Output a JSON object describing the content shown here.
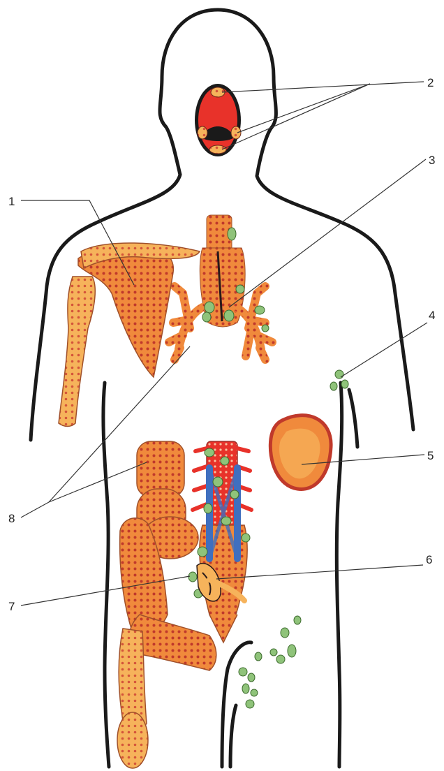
{
  "labels": {
    "l1": "1",
    "l2": "2",
    "l3": "3",
    "l4": "4",
    "l5": "5",
    "l6": "6",
    "l7": "7",
    "l8": "8"
  },
  "colors": {
    "outline": "#1a1a1a",
    "organ_orange": "#f08a3c",
    "organ_light": "#f6b35b",
    "organ_red": "#e8322a",
    "dots": "#c0392b",
    "lymph_green": "#8fc37a",
    "vessel_blue": "#3f6fbf",
    "leader_line": "#333333"
  }
}
